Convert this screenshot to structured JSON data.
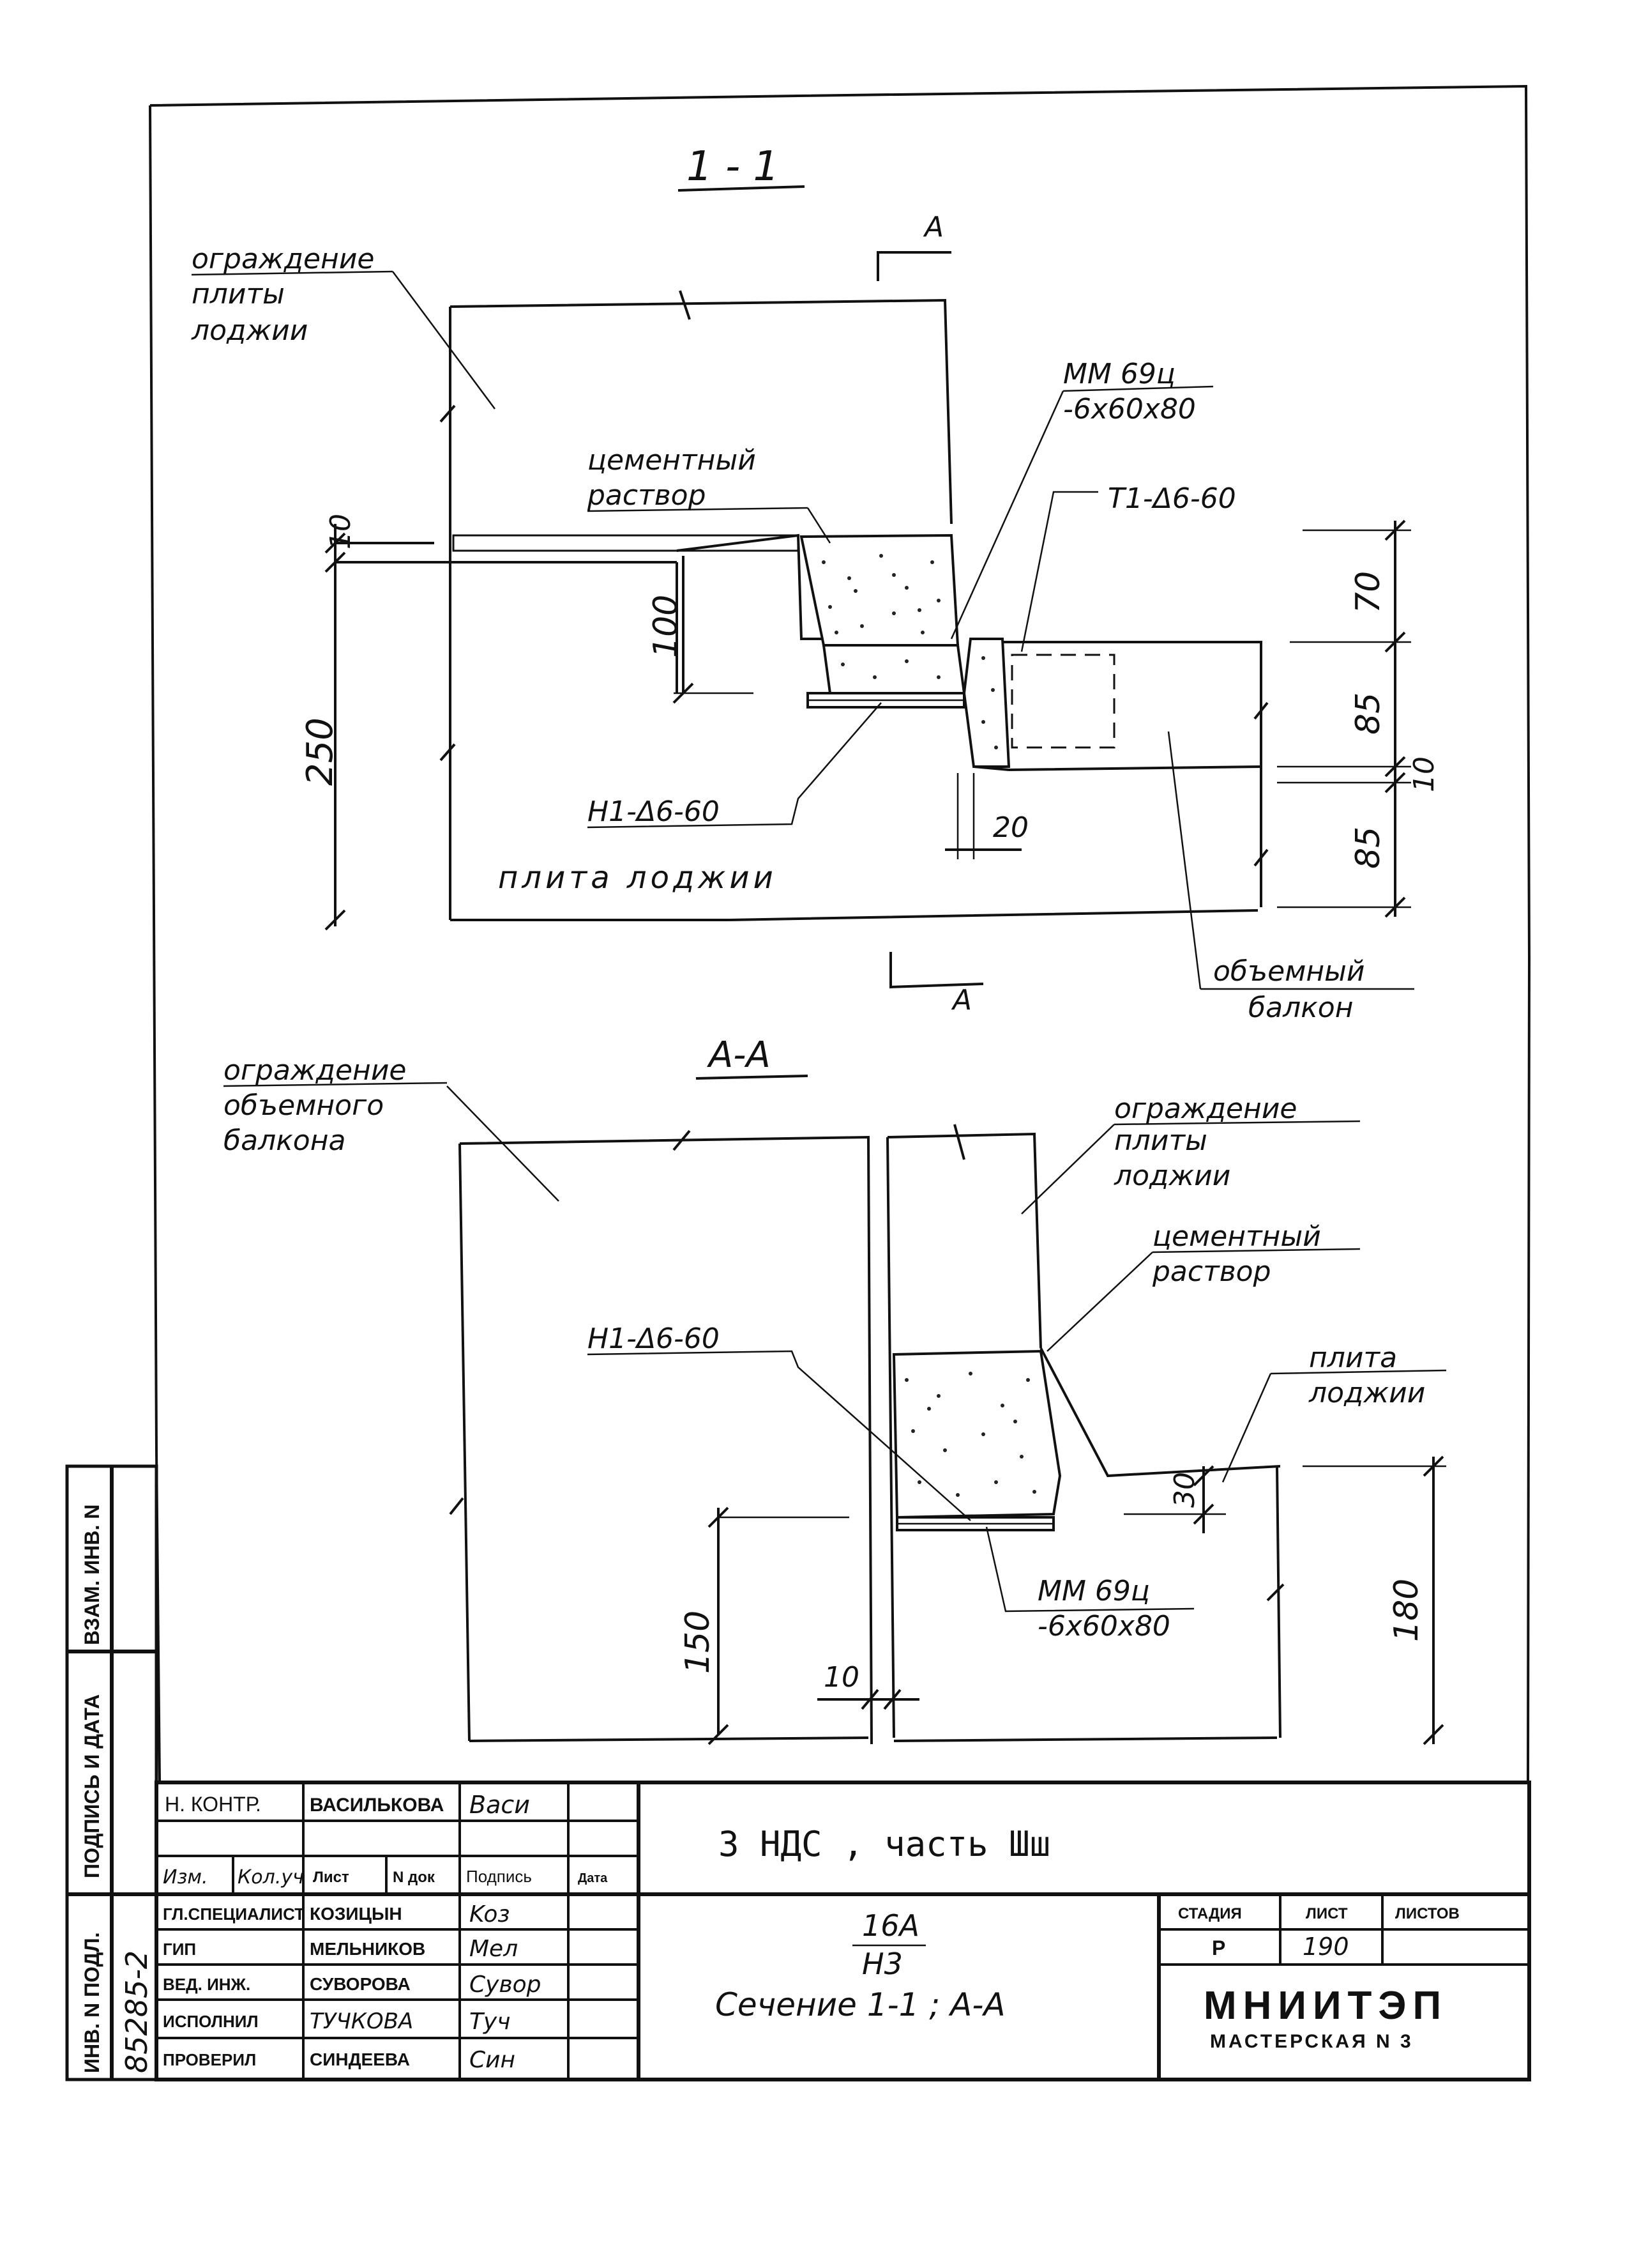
{
  "section_11": {
    "title": "1 - 1",
    "cut_marker": "A",
    "cut_marker_bottom": "A",
    "label_fence_slab": [
      "ограждение",
      "плиты",
      "лоджии"
    ],
    "label_mortar": [
      "цементный",
      "раствор"
    ],
    "label_mm": [
      "ММ 69ц",
      "-6х60х80"
    ],
    "label_t1": "Т1-Δ6-60",
    "label_h1": "Н1-Δ6-60",
    "label_slab": "плита лоджии",
    "label_balcony": [
      "объемный",
      "балкон"
    ],
    "dim_10_top": "10",
    "dim_100": "100",
    "dim_250": "250",
    "dim_70": "70",
    "dim_85_upper": "85",
    "dim_10_right": "10",
    "dim_85_lower": "85",
    "dim_20": "20"
  },
  "section_aa": {
    "title": "A-A",
    "label_fence_balcony": [
      "ограждение",
      "объемного",
      "балкона"
    ],
    "label_fence_slab": [
      "ограждение",
      "плиты",
      "лоджии"
    ],
    "label_mortar": [
      "цементный",
      "раствор"
    ],
    "label_h1": "Н1-Δ6-60",
    "label_slab": [
      "плита",
      "лоджии"
    ],
    "label_mm": [
      "ММ 69ц",
      "-6х60х80"
    ],
    "dim_30": "30",
    "dim_150": "150",
    "dim_180": "180",
    "dim_10": "10"
  },
  "side_stamp": {
    "vzam": "ВЗАМ. ИНВ. N",
    "podpis": "ПОДПИСЬ И ДАТА",
    "inv": "ИНВ. N ПОДЛ.",
    "inv_number": "85285-2"
  },
  "title_block": {
    "rows": [
      {
        "role": "Н. КОНТР.",
        "name": "ВАСИЛЬКОВА",
        "sign": "Васи"
      },
      {
        "role": "",
        "name": "",
        "sign": ""
      },
      {
        "role": "ГЛ.СПЕЦИАЛИСТ",
        "name": "КОЗИЦЫН",
        "sign": "Koз"
      },
      {
        "role": "ГИП",
        "name": "МЕЛЬНИКОВ",
        "sign": "Мел"
      },
      {
        "role": "ВЕД. ИНЖ.",
        "name": "СУВОРОВА",
        "sign": "Сувор"
      },
      {
        "role": "ИСПОЛНИЛ",
        "name": "ТУЧКОВА",
        "sign": "Туч"
      },
      {
        "role": "ПРОВЕРИЛ",
        "name": "СИНДЕЕВА",
        "sign": "Син"
      }
    ],
    "header": [
      "Изм.",
      "Кол.уч",
      "Лист",
      "N док",
      "Подпись",
      "Дата"
    ],
    "project": "3 НДС , часть Шш",
    "code_top": "16А",
    "code_bottom": "Н3",
    "sheet_title": "Сечение 1-1 ; А-А",
    "stadia_label": "СТАДИЯ",
    "list_label": "ЛИСТ",
    "listov_label": "ЛИСТОВ",
    "stadia": "Р",
    "list": "190",
    "listov": "",
    "org": "МНИИТЭП",
    "org_sub": "МАСТЕРСКАЯ N 3"
  }
}
